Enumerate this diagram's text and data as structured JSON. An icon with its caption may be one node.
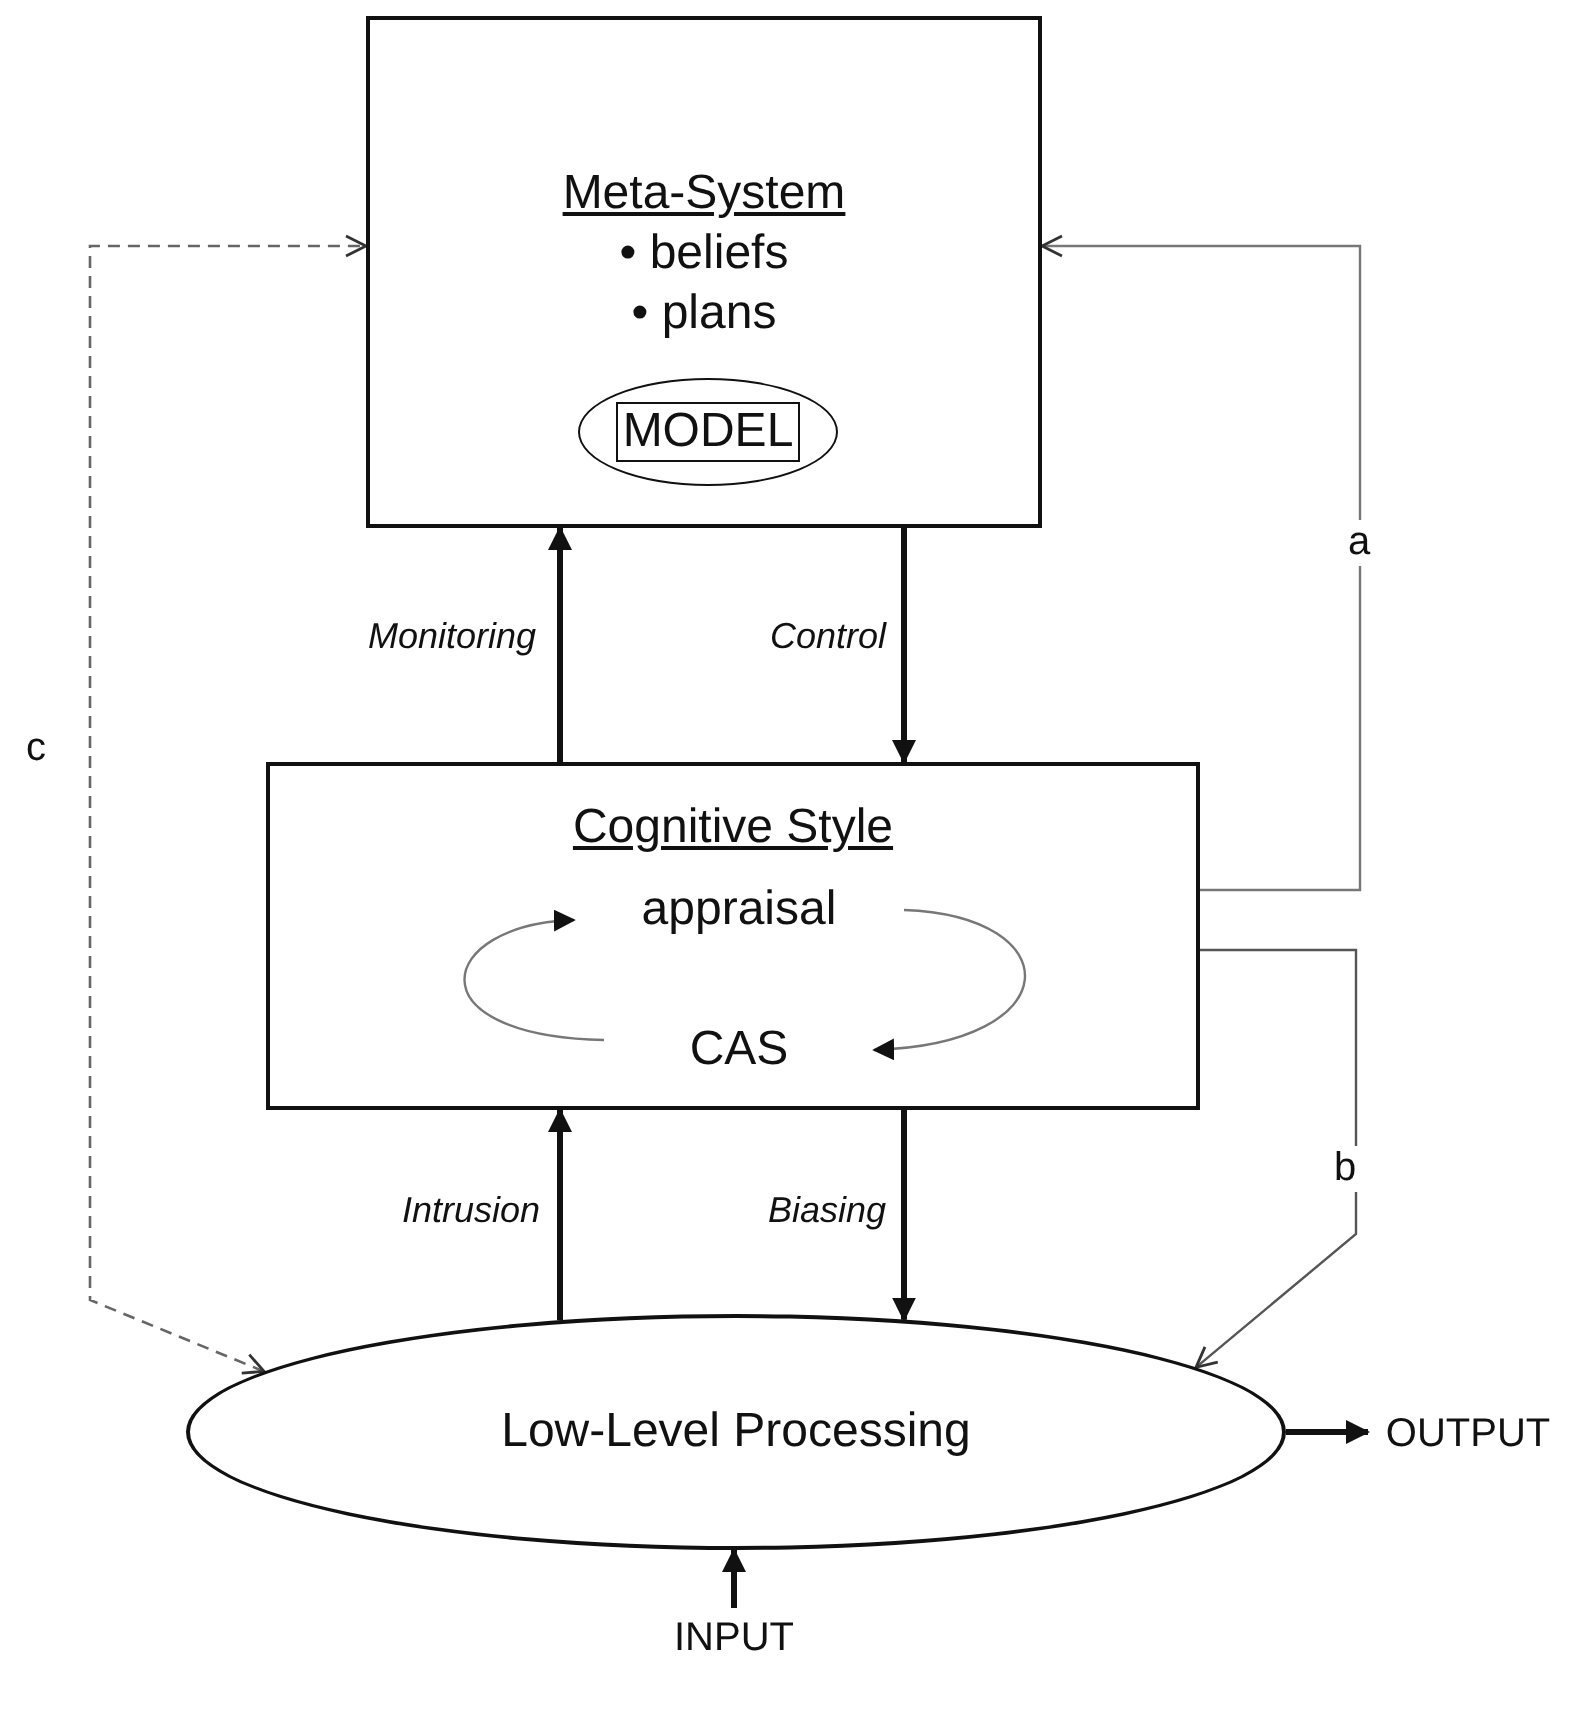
{
  "diagram": {
    "nodes": [
      {
        "text": [
          "Meta-System",
          "• beliefs",
          "• plans"
        ]
      },
      {
        "text": [
          "MODEL"
        ],
        "in": 0
      },
      {
        "text": [
          "Cognitive Style"
        ]
      },
      {
        "text": [
          "appraisal"
        ],
        "in": 2
      },
      {
        "text": [
          "CAS"
        ],
        "in": 2
      },
      {
        "text": [
          "Low-Level Processing"
        ]
      },
      {
        "text": [
          "OUTPUT"
        ]
      },
      {
        "text": [
          "INPUT"
        ]
      }
    ],
    "edges": [
      {
        "from": 2,
        "to": 0,
        "arrow": "to",
        "label": "Monitoring"
      },
      {
        "from": 0,
        "to": 2,
        "arrow": "to",
        "label": "Control"
      },
      {
        "from": 2,
        "to": 0,
        "arrow": "to",
        "label": "a",
        "color": "#777777"
      },
      {
        "from": 4,
        "to": 3,
        "arrow": "to",
        "color": "#777777"
      },
      {
        "from": 3,
        "to": 4,
        "arrow": "to",
        "color": "#777777"
      },
      {
        "from": 5,
        "to": 2,
        "arrow": "to",
        "label": "Intrusion"
      },
      {
        "from": 2,
        "to": 5,
        "arrow": "to",
        "label": "Biasing"
      },
      {
        "from": 2,
        "to": 5,
        "arrow": "to",
        "label": "b",
        "color": "#555555"
      },
      {
        "from": 5,
        "to": 0,
        "arrow": "both",
        "label": "c",
        "style": "dashed",
        "color": "#666666"
      },
      {
        "from": 5,
        "to": 6,
        "arrow": "to"
      },
      {
        "from": 7,
        "to": 5,
        "arrow": "to"
      }
    ]
  }
}
